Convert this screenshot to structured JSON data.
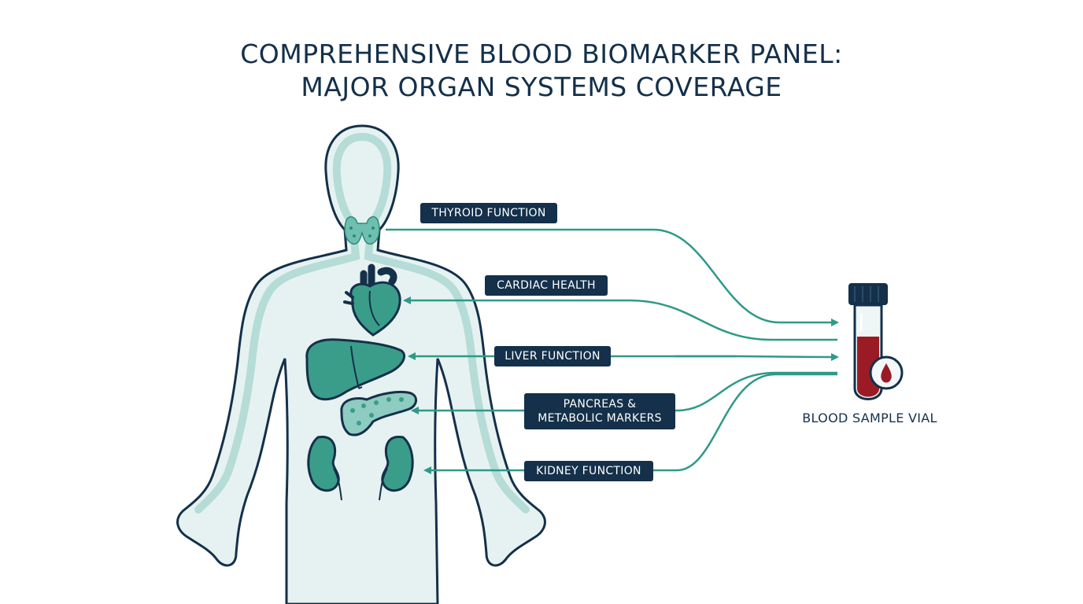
{
  "title": {
    "line1": "COMPREHENSIVE BLOOD BIOMARKER PANEL:",
    "line2": "MAJOR ORGAN SYSTEMS COVERAGE"
  },
  "labels": {
    "thyroid": "THYROID FUNCTION",
    "cardiac": "CARDIAC HEALTH",
    "liver": "LIVER FUNCTION",
    "pancreas_line1": "PANCREAS &",
    "pancreas_line2": "METABOLIC MARKERS",
    "kidney": "KIDNEY FUNCTION"
  },
  "vial_label": "BLOOD SAMPLE VIAL",
  "colors": {
    "navy": "#14304a",
    "teal": "#2e9a87",
    "organ": "#3a9d8a",
    "body_fill": "#e6f2f1",
    "body_edge": "#b5dcd6",
    "blood": "#9b1b24"
  }
}
